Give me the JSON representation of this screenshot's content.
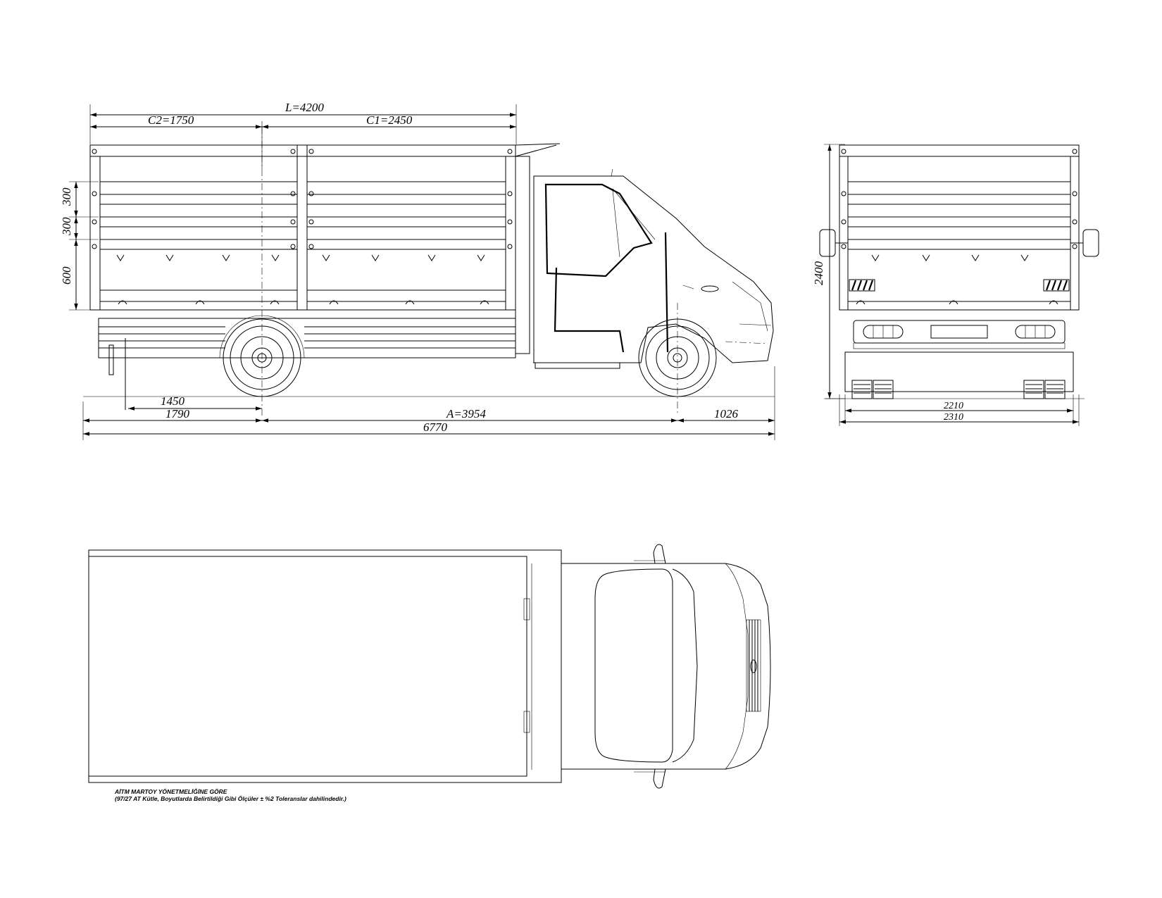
{
  "side_view": {
    "dims": {
      "L": "L=4200",
      "C2": "C2=1750",
      "C1": "C1=2450",
      "h300a": "300",
      "h300b": "300",
      "h600": "600",
      "d1450": "1450",
      "d1790": "1790",
      "A": "A=3954",
      "d1026": "1026",
      "d6770": "6770"
    }
  },
  "rear_view": {
    "dims": {
      "h2400": "2400",
      "w2210": "2210",
      "w2310": "2310"
    }
  },
  "notes": {
    "line1": "AİTM MARTOY YÖNETMELİĞİNE GÖRE",
    "line2": "(97/27 AT Kütle, Boyutlarda Belirtildiği Gibi Ölçüler  ± %2 Toleranslar dahilindedir.)"
  }
}
